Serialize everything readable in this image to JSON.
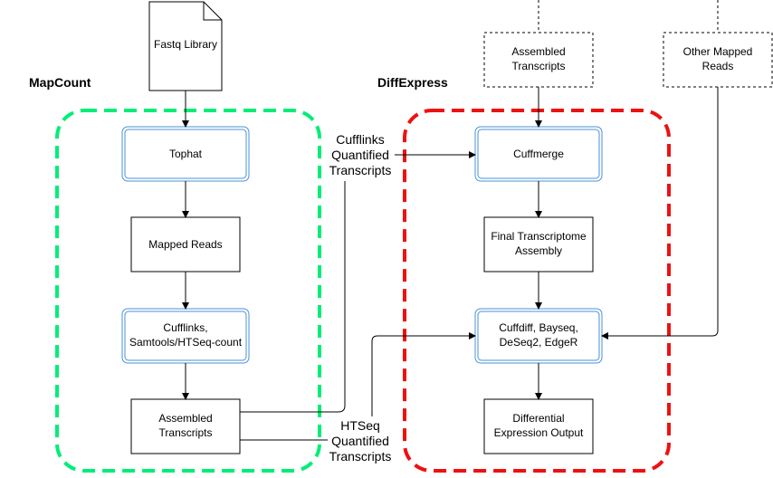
{
  "groups": {
    "mapcount": {
      "title": "MapCount",
      "color": "#00ee77"
    },
    "diffexpress": {
      "title": "DiffExpress",
      "color": "#ee1111"
    }
  },
  "nodes": {
    "fastq": {
      "lines": [
        "Fastq Library"
      ]
    },
    "tophat": {
      "lines": [
        "Tophat"
      ]
    },
    "mapped_reads": {
      "lines": [
        "Mapped Reads"
      ]
    },
    "cufflinks": {
      "lines": [
        "Cufflinks,",
        "Samtools/HTSeq-count"
      ]
    },
    "assembled_left": {
      "lines": [
        "Assembled",
        "Transcripts"
      ]
    },
    "assembled_top": {
      "lines": [
        "Assembled",
        "Transcripts"
      ]
    },
    "other_mapped": {
      "lines": [
        "Other Mapped",
        "Reads"
      ]
    },
    "cuffmerge": {
      "lines": [
        "Cuffmerge"
      ]
    },
    "final_assembly": {
      "lines": [
        "Final Transcriptome",
        "Assembly"
      ]
    },
    "cuffdiff": {
      "lines": [
        "Cuffdiff, Bayseq,",
        "DeSeq2, EdgeR"
      ]
    },
    "diff_output": {
      "lines": [
        "Differential",
        "Expression Output"
      ]
    }
  },
  "edge_labels": {
    "cufflinks_quantified": {
      "lines": [
        "Cufflinks",
        "Quantified",
        "Transcripts"
      ]
    },
    "htseq_quantified": {
      "lines": [
        "HTSeq",
        "Quantified",
        "Transcripts"
      ]
    }
  },
  "colors": {
    "process_border": "#4a90d9",
    "line": "#000000"
  }
}
